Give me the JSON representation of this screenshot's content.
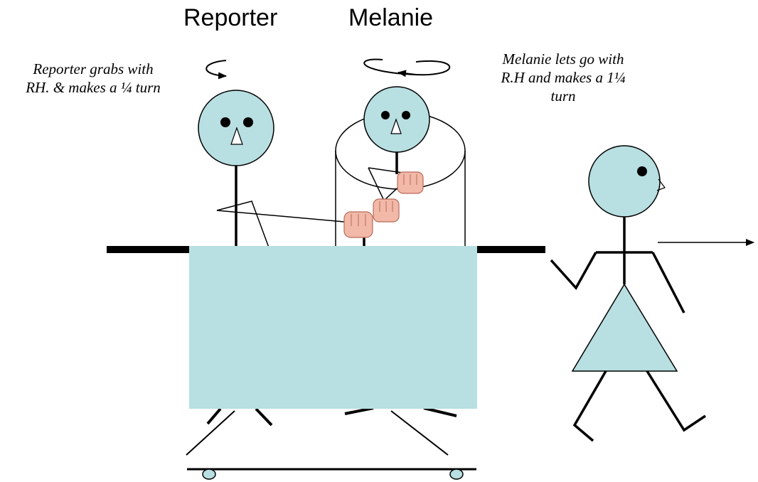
{
  "figures": {
    "reporter": {
      "name": "Reporter"
    },
    "melanie": {
      "name": "Melanie"
    }
  },
  "captions": {
    "reporter": {
      "lines": [
        "Reporter grabs with",
        "RH. & makes a ¼ turn"
      ]
    },
    "melanie": {
      "lines": [
        "Melanie lets go with",
        "R.H and makes a 1¼",
        "turn"
      ]
    }
  },
  "colors": {
    "fill": "#b8dfe2",
    "ink": "#000000",
    "skin": "#f2b8a8"
  },
  "icons": {
    "turn_arrow": "rotation-arrow-icon",
    "hand": "fist-icon",
    "direction": "right-arrow-icon"
  }
}
